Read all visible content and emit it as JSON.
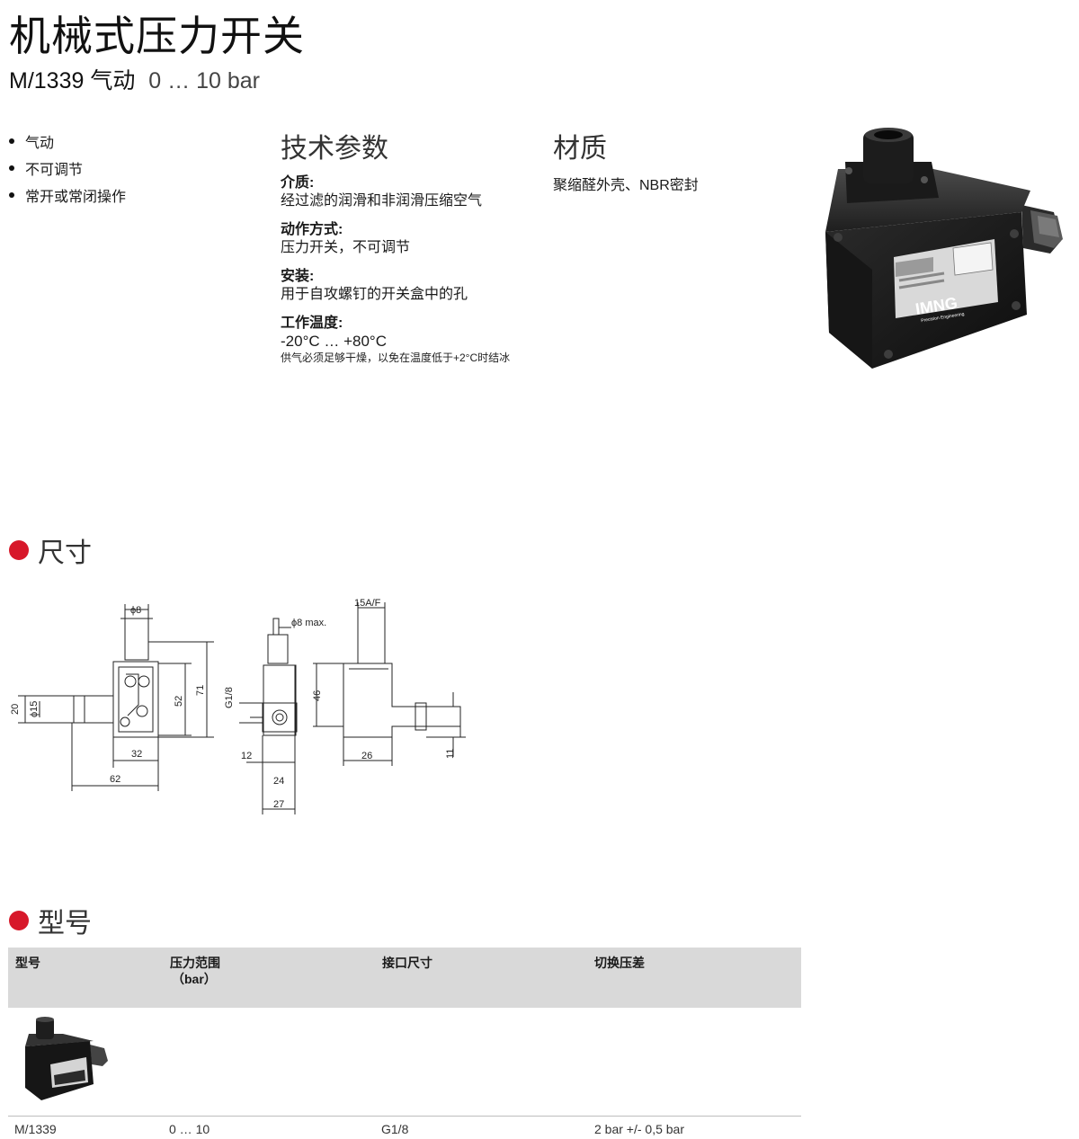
{
  "header": {
    "title": "机械式压力开关",
    "model": "M/1339 气动",
    "range": "0 … 10 bar"
  },
  "features": [
    "气动",
    "不可调节",
    "常开或常闭操作"
  ],
  "tech": {
    "heading": "技术参数",
    "medium_label": "介质:",
    "medium_value": "经过滤的润滑和非润滑压缩空气",
    "operation_label": "动作方式:",
    "operation_value": "压力开关，不可调节",
    "mounting_label": "安装:",
    "mounting_value": "用于自攻螺钉的开关盒中的孔",
    "temp_label": "工作温度:",
    "temp_value": "-20°C … +80°C",
    "temp_note": "供气必须足够干燥，以免在温度低于+2°C时结冰"
  },
  "material": {
    "heading": "材质",
    "value": "聚缩醛外壳、NBR密封"
  },
  "product_label": {
    "brand": "IMNG",
    "tagline": "Precision Engineering"
  },
  "sections": {
    "dimensions": "尺寸",
    "models": "型号"
  },
  "drawing": {
    "phi8": "ϕ8",
    "phi8max": "ϕ8 max.",
    "af15": "15A/F",
    "d20": "20",
    "phi15": "ϕ15",
    "d52": "52",
    "d71": "71",
    "d32": "32",
    "d62": "62",
    "g18": "G1/8",
    "d12": "12",
    "d24": "24",
    "d27": "27",
    "d46": "46",
    "d26": "26",
    "d11": "11"
  },
  "table": {
    "headers": {
      "model": "型号",
      "range": "压力范围",
      "range_unit": "（bar）",
      "port": "接口尺寸",
      "diff": "切换压差"
    },
    "rows": [
      {
        "model": "M/1339",
        "range": "0 … 10",
        "port": "G1/8",
        "diff": "2 bar +/- 0,5 bar"
      }
    ]
  }
}
